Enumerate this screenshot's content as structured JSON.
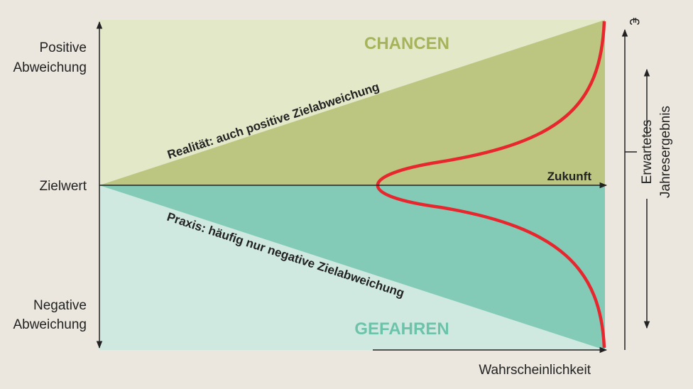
{
  "labels": {
    "positive_line1": "Positive",
    "positive_line2": "Abweichung",
    "target": "Zielwert",
    "negative_line1": "Negative",
    "negative_line2": "Abweichung",
    "chances": "CHANCEN",
    "dangers": "GEFAHREN",
    "reality": "Realität: auch positive Zielabweichung",
    "practice": "Praxis: häufig nur negative Zielabweichung",
    "future": "Zukunft",
    "probability": "Wahrscheinlichkeit",
    "currency": "€",
    "expected_line1": "Erwartetes",
    "expected_line2": "Jahresergebnis"
  },
  "colors": {
    "background": "#ebe7de",
    "chances_light": "#e3e8c9",
    "chances_dark": "#bcc681",
    "dangers_dark": "#83cbb7",
    "dangers_light": "#cfe9e0",
    "chances_text": "#a6b35a",
    "dangers_text": "#6cc3aa",
    "curve": "#e8262d"
  }
}
